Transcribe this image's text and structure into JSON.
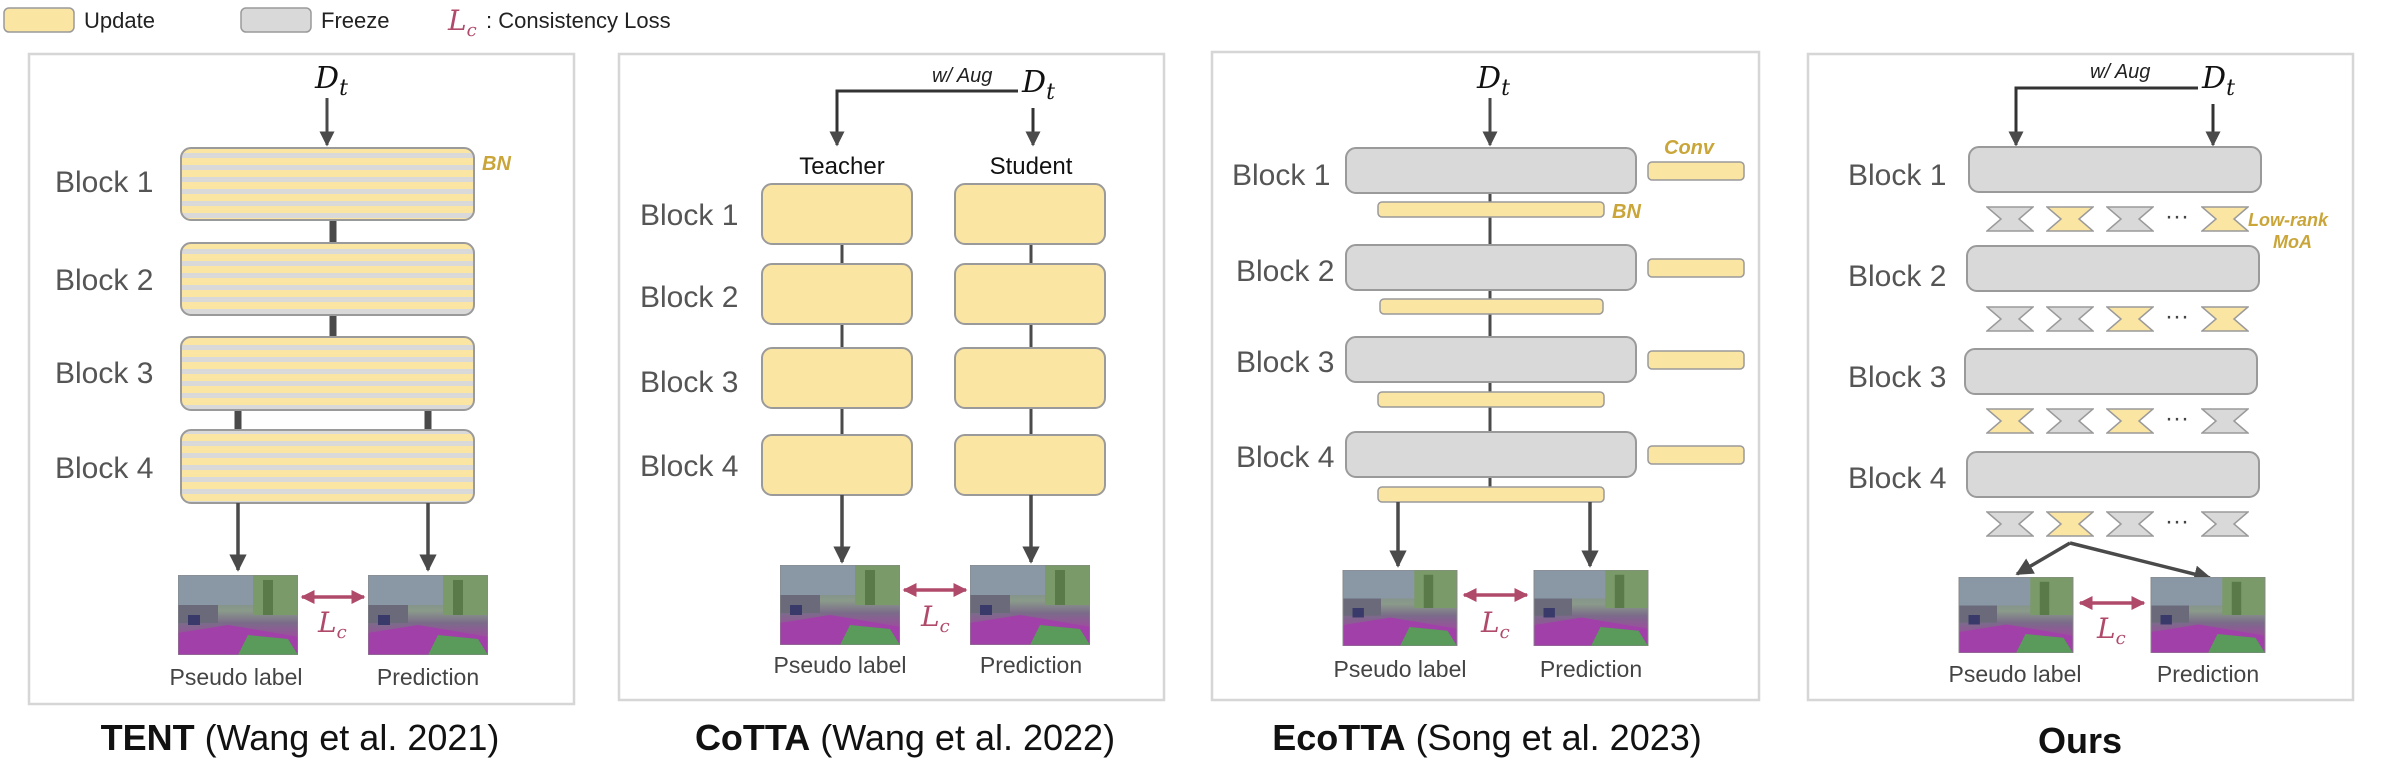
{
  "legend": {
    "update": "Update",
    "freeze": "Freeze",
    "loss_symbol": "L",
    "loss_sub": "c",
    "loss_text": ": Consistency Loss"
  },
  "colors": {
    "update": "#fbe5a3",
    "update_border": "#c9b98a",
    "freeze": "#d9d9d9",
    "freeze_border": "#9a9a9a",
    "arrow": "#4a4a4a",
    "loss": "#b04a6a",
    "accent_text": "#c9a53a",
    "panel_border": "#d6d6d6"
  },
  "common": {
    "dt_symbol": "D",
    "dt_sub": "t",
    "loss_symbol": "L",
    "loss_sub": "c",
    "pseudo_label": "Pseudo label",
    "prediction": "Prediction",
    "aug": "w/ Aug",
    "teacher": "Teacher",
    "student": "Student",
    "blocks": [
      "Block 1",
      "Block 2",
      "Block 3",
      "Block 4"
    ],
    "ellipsis": "···"
  },
  "panels": [
    {
      "id": "tent",
      "title_bold": "TENT",
      "title_rest": " (Wang et al. 2021)",
      "annotation": "BN"
    },
    {
      "id": "cotta",
      "title_bold": "CoTTA",
      "title_rest": " (Wang et al. 2022)"
    },
    {
      "id": "ecotta",
      "title_bold": "EcoTTA",
      "title_rest": " (Song et al. 2023)",
      "annotation_conv": "Conv",
      "annotation_bn": "BN"
    },
    {
      "id": "ours",
      "title_bold": "Ours",
      "title_rest": "",
      "annotation_line1": "Low-rank",
      "annotation_line2": "MoA"
    }
  ]
}
